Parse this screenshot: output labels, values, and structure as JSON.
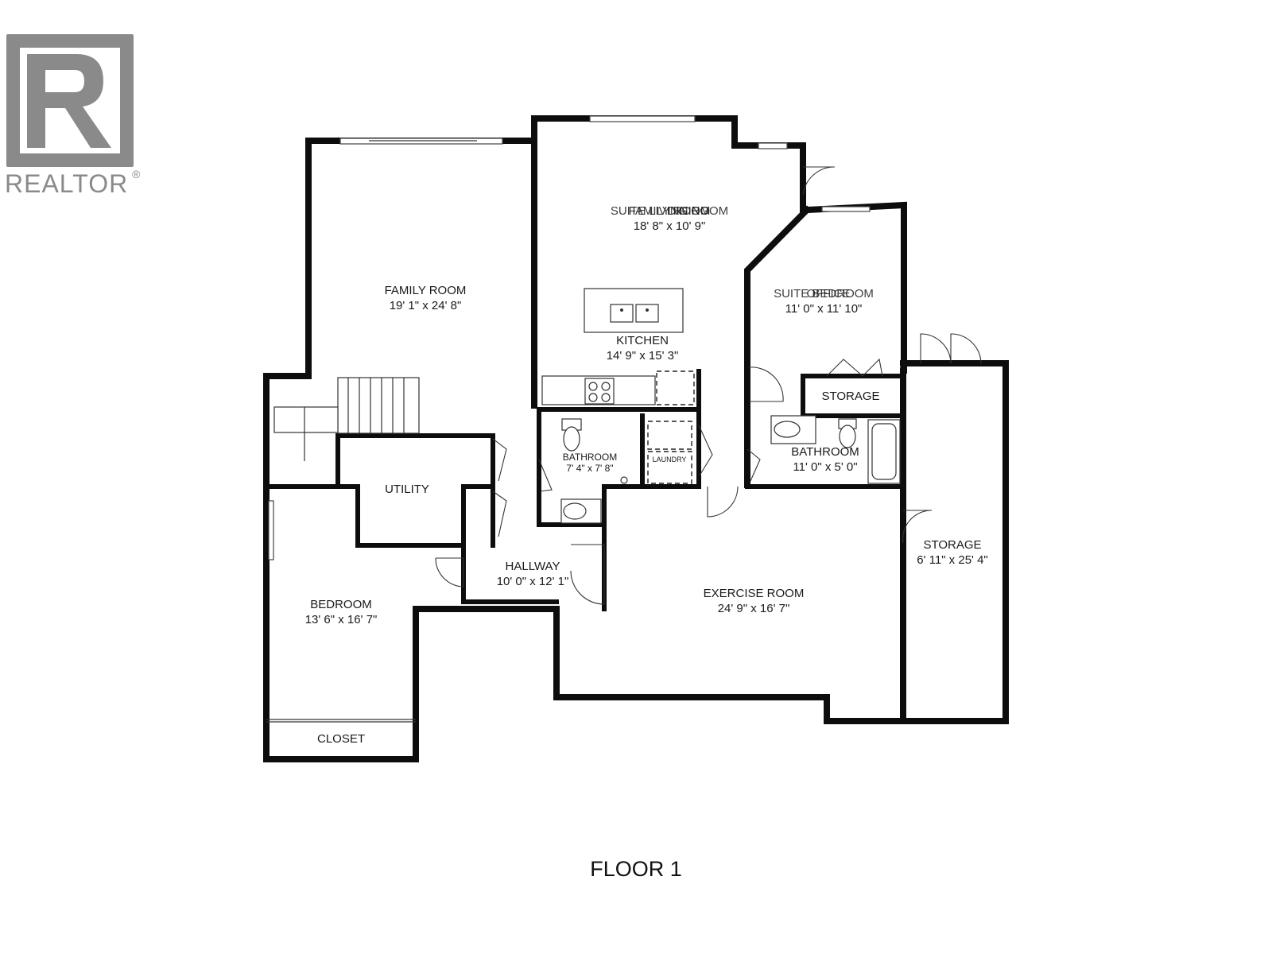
{
  "logo": {
    "wordmark": "REALTOR",
    "mark": "®"
  },
  "floor_title": "FLOOR 1",
  "rooms": {
    "family_room_main": {
      "name": "FAMILY ROOM",
      "dims": "19' 1\" x 24' 8\""
    },
    "overlap_name_a": "SUITE LIVING ROOM",
    "overlap_name_b": "FAMILY ROOM",
    "overlap_name_c": "DINING",
    "overlap_dims": "18' 8\" x 10' 9\"",
    "kitchen": {
      "name": "KITCHEN",
      "dims": "14' 9\" x 15' 3\""
    },
    "office_name_a": "SUITE BEDROOM",
    "office_name_b": "OFFICE",
    "office_dims": "11' 0\" x 11' 10\"",
    "storage_small": {
      "name": "STORAGE"
    },
    "bathroom_small": {
      "name": "BATHROOM",
      "dims": "7' 4\" x 7' 8\""
    },
    "laundry": {
      "name": "LAUNDRY"
    },
    "bathroom_right": {
      "name": "BATHROOM",
      "dims": "11' 0\" x 5' 0\""
    },
    "utility": {
      "name": "UTILITY"
    },
    "hallway": {
      "name": "HALLWAY",
      "dims": "10' 0\" x 12' 1\""
    },
    "bedroom": {
      "name": "BEDROOM",
      "dims": "13' 6\" x 16' 7\""
    },
    "closet": {
      "name": "CLOSET"
    },
    "exercise_room": {
      "name": "EXERCISE ROOM",
      "dims": "24' 9\" x 16' 7\""
    },
    "storage_long": {
      "name": "STORAGE",
      "dims": "6' 11\" x 25' 4\""
    }
  }
}
